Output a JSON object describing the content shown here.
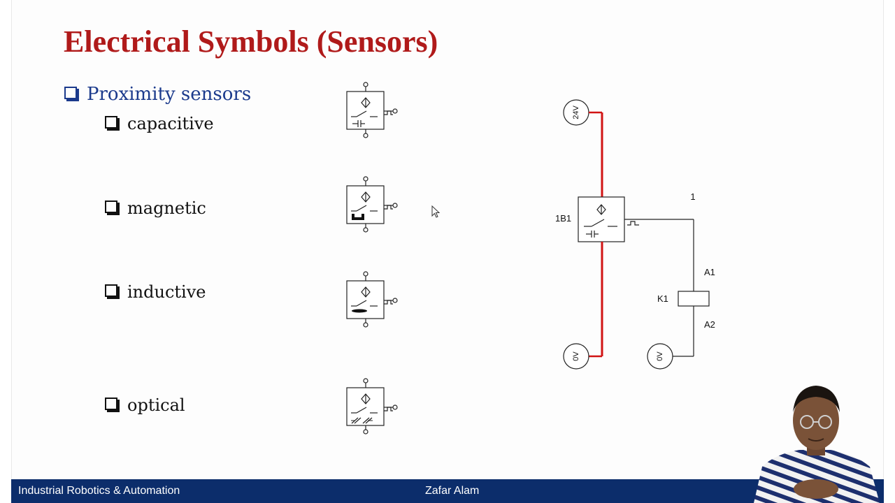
{
  "slide": {
    "title": "Electrical Symbols (Sensors)",
    "bullets": {
      "heading": "Proximity sensors",
      "items": [
        "capacitive",
        "magnetic",
        "inductive",
        "optical"
      ]
    },
    "circuit": {
      "supply_label": "24V",
      "ground_label": "0V",
      "sensor_label": "1B1",
      "wire_label": "1",
      "relay_label": "K1",
      "relay_terminal_top": "A1",
      "relay_terminal_bottom": "A2"
    }
  },
  "footer": {
    "course": "Industrial Robotics & Automation",
    "presenter": "Zafar Alam"
  },
  "colors": {
    "title": "#b01a1a",
    "heading": "#1b3a8c",
    "footer_bar": "#0c2d6b",
    "supply_wire": "#d11414"
  },
  "icons": [
    "checkbox-bullet-icon",
    "sensor-symbol-icon",
    "mouse-cursor-icon"
  ]
}
